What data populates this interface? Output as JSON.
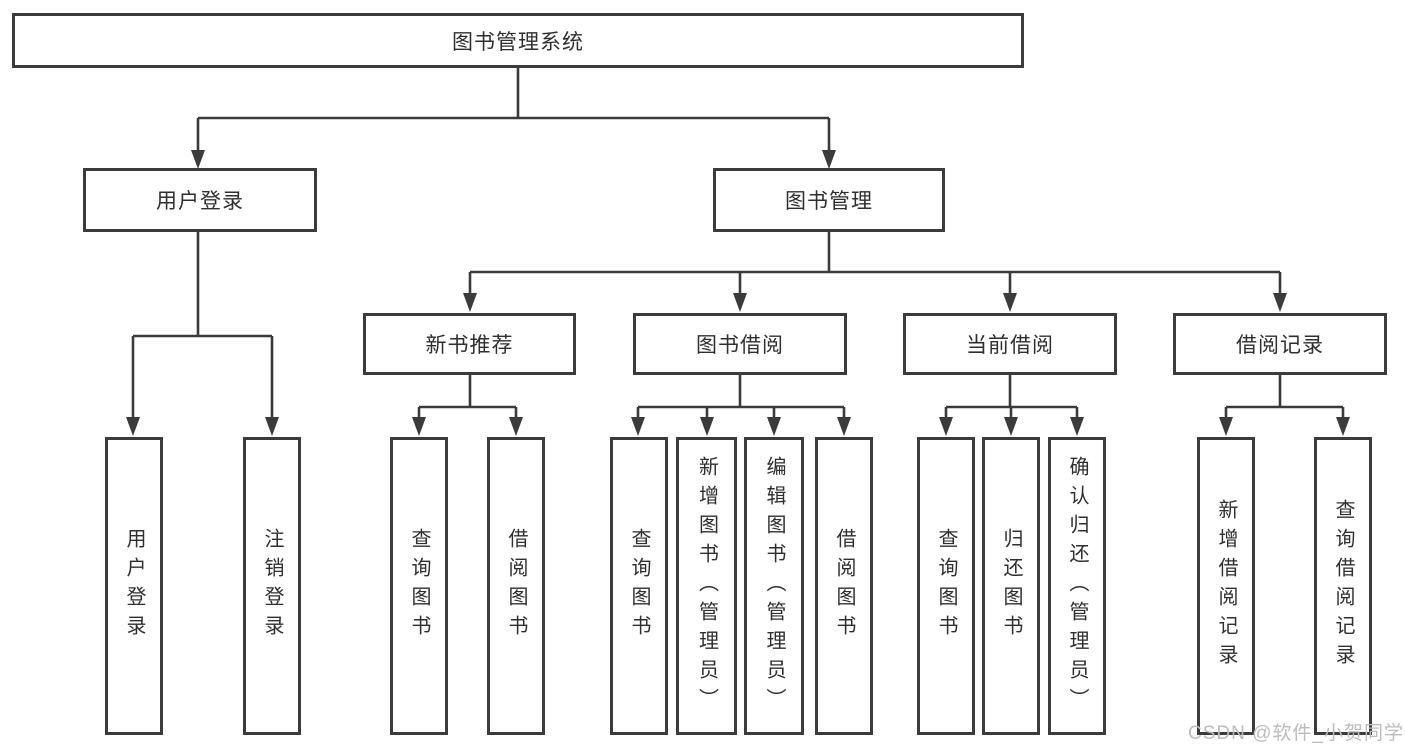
{
  "diagram": {
    "root": {
      "label": "图书管理系统",
      "children": [
        {
          "label": "用户登录",
          "children": [
            {
              "label": "用户登录"
            },
            {
              "label": "注销登录"
            }
          ]
        },
        {
          "label": "图书管理",
          "children": [
            {
              "label": "新书推荐",
              "children": [
                {
                  "label": "查询图书"
                },
                {
                  "label": "借阅图书"
                }
              ]
            },
            {
              "label": "图书借阅",
              "children": [
                {
                  "label": "查询图书"
                },
                {
                  "label": "新增图书（管理员）"
                },
                {
                  "label": "编辑图书（管理员）"
                },
                {
                  "label": "借阅图书"
                }
              ]
            },
            {
              "label": "当前借阅",
              "children": [
                {
                  "label": "查询图书"
                },
                {
                  "label": "归还图书"
                },
                {
                  "label": "确认归还（管理员）"
                }
              ]
            },
            {
              "label": "借阅记录",
              "children": [
                {
                  "label": "新增借阅记录"
                },
                {
                  "label": "查询借阅记录"
                }
              ]
            }
          ]
        }
      ]
    }
  },
  "watermark": {
    "text": "CSDN @软件_小贺同学"
  },
  "colors": {
    "line": "#3b3b3b",
    "text": "#2f2f2f",
    "box_background": "#ffffff",
    "watermark": "#bcbcbc"
  }
}
